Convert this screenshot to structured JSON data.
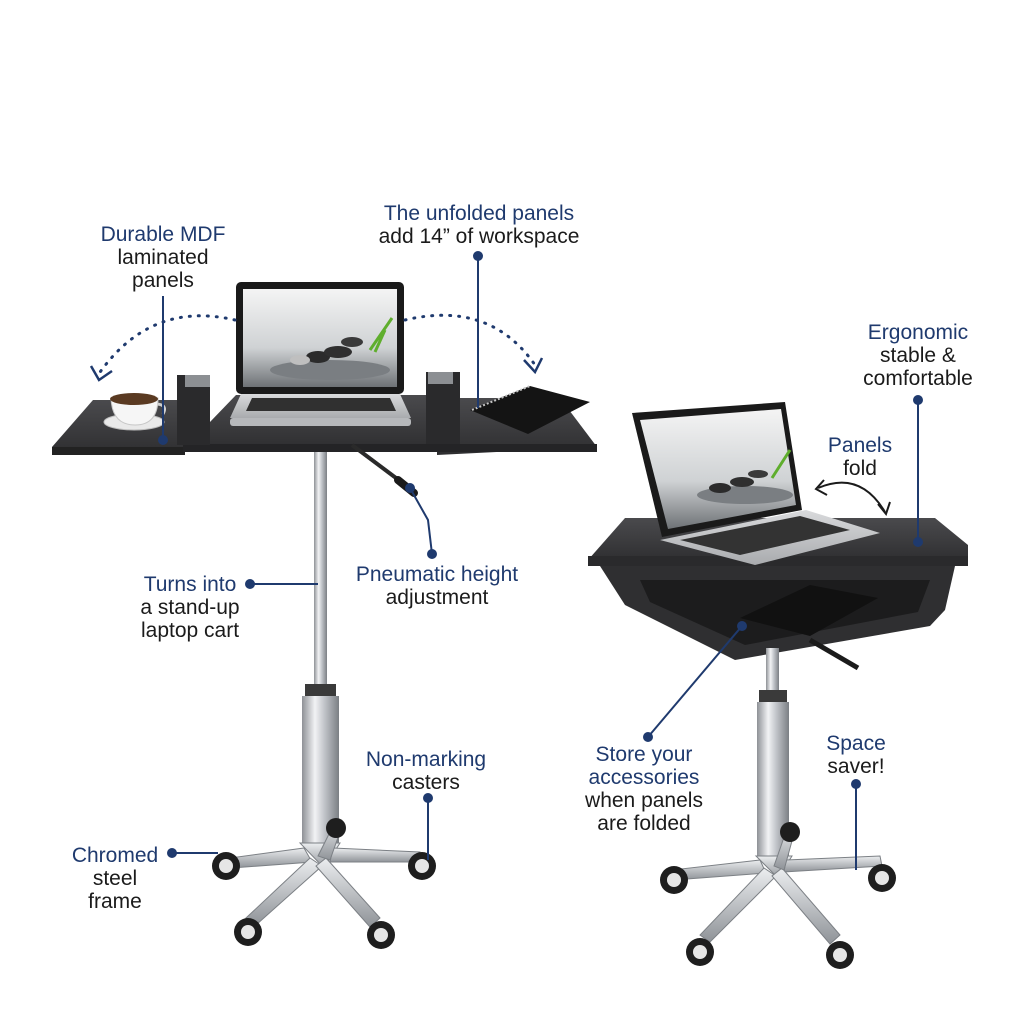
{
  "colors": {
    "accent_navy": "#1f3a6e",
    "text": "#1b1b1b",
    "panel": "#3b3b3d",
    "chrome": "#c9cbce",
    "background": "#ffffff"
  },
  "callouts": {
    "durable_mdf": {
      "line1": "Durable MDF",
      "line2": "laminated",
      "line3": "panels"
    },
    "unfolded_panels": {
      "line1": "The unfolded panels",
      "line2": "add 14” of workspace"
    },
    "ergonomic": {
      "line1": "Ergonomic",
      "line2": "stable &",
      "line3": "comfortable"
    },
    "panels_fold": {
      "line1": "Panels",
      "line2": "fold"
    },
    "turns_into": {
      "line1": "Turns into",
      "line2": "a stand-up",
      "line3": "laptop cart"
    },
    "pneumatic": {
      "line1": "Pneumatic height",
      "line2": "adjustment"
    },
    "non_marking": {
      "line1": "Non-marking",
      "line2": "casters"
    },
    "chromed": {
      "line1": "Chromed",
      "line2": "steel",
      "line3": "frame"
    },
    "store": {
      "line1": "Store your",
      "line2": "accessories",
      "line3": "when panels",
      "line4": "are folded"
    },
    "space_saver": {
      "line1": "Space",
      "line2": "saver!"
    }
  },
  "products": {
    "left": {
      "name": "unfolded-laptop-cart",
      "panels_state": "unfolded"
    },
    "right": {
      "name": "folded-laptop-cart",
      "panels_state": "folded"
    }
  }
}
